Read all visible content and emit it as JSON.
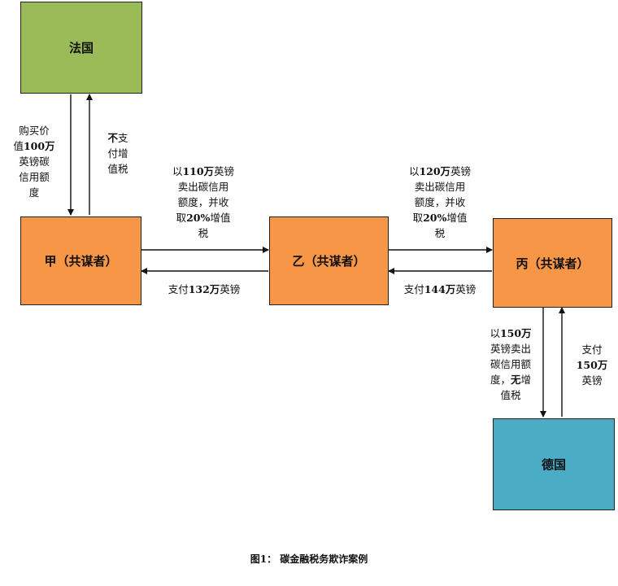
{
  "nodes": {
    "france": {
      "label": "法国",
      "color": "#9bbb59"
    },
    "jia": {
      "label": "甲（共谋者）",
      "color": "#f79646"
    },
    "yi": {
      "label": "乙（共谋者）",
      "color": "#f79646"
    },
    "bing": {
      "label": "丙（共谋者）",
      "color": "#f79646"
    },
    "germany": {
      "label": "德国",
      "color": "#4bacc6"
    }
  },
  "edges": {
    "jia_buys_from_france": {
      "lines": [
        "购买价",
        "值100万",
        "英镑碳",
        "信用额",
        "度"
      ]
    },
    "no_vat_to_france": {
      "lines": [
        "不支",
        "付增",
        "值税"
      ]
    },
    "jia_sells_to_yi": {
      "lines": [
        "以110万英镑",
        "卖出碳信用",
        "额度，并收",
        "取20%增值",
        "税"
      ]
    },
    "yi_pays_jia": {
      "lines": [
        "支付132万英镑"
      ]
    },
    "yi_sells_to_bing": {
      "lines": [
        "以120万英镑",
        "卖出碳信用",
        "额度，并收",
        "取20%增值",
        "税"
      ]
    },
    "bing_pays_yi": {
      "lines": [
        "支付144万英镑"
      ]
    },
    "bing_sells_to_germany": {
      "lines": [
        "以150万",
        "英镑卖出",
        "碳信用额",
        "度，无增",
        "值税"
      ]
    },
    "germany_pays_bing": {
      "lines": [
        "支付",
        "150万",
        "英镑"
      ]
    }
  },
  "caption": "图1： 碳金融税务欺诈案例"
}
